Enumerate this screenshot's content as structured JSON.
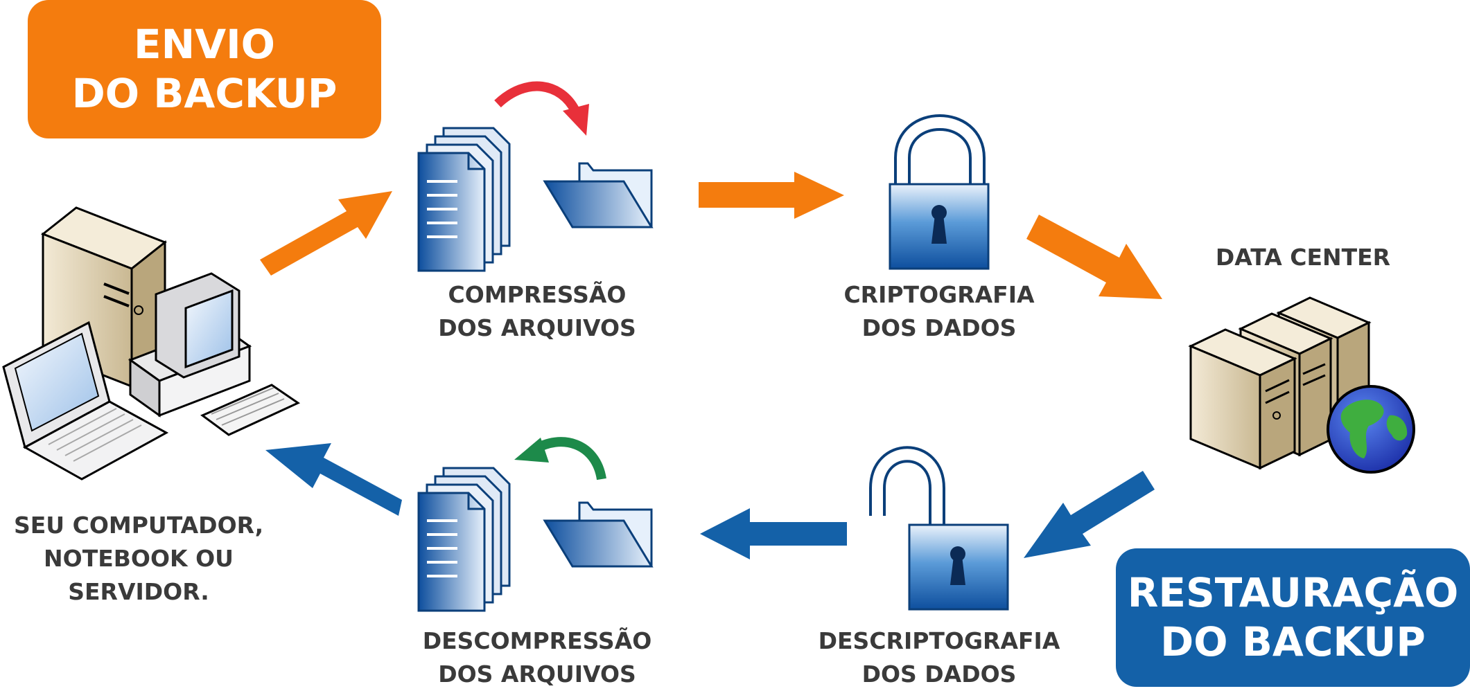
{
  "badges": {
    "send": {
      "line1": "ENVIO",
      "line2": "DO BACKUP",
      "color": "#f47c0e"
    },
    "restore": {
      "line1": "RESTAURAÇÃO",
      "line2": "DO BACKUP",
      "color": "#1461a8"
    }
  },
  "nodes": {
    "computer": {
      "line1": "SEU COMPUTADOR,",
      "line2": "NOTEBOOK OU",
      "line3": "SERVIDOR.",
      "icon": "computers-icon"
    },
    "compress": {
      "line1": "COMPRESSÃO",
      "line2": "DOS ARQUIVOS",
      "icon": "documents-to-folder-icon"
    },
    "encrypt": {
      "line1": "CRIPTOGRAFIA",
      "line2": "DOS DADOS",
      "icon": "closed-padlock-icon"
    },
    "datacenter": {
      "line1": "DATA CENTER",
      "icon": "server-globe-icon"
    },
    "decrypt": {
      "line1": "DESCRIPTOGRAFIA",
      "line2": "DOS DADOS",
      "icon": "open-padlock-icon"
    },
    "decompress": {
      "line1": "DESCOMPRESSÃO",
      "line2": "DOS ARQUIVOS",
      "icon": "folder-to-documents-icon"
    }
  },
  "colors": {
    "send_arrow": "#f47c0e",
    "restore_arrow": "#1461a8",
    "compress_curve": "#e8303a",
    "decompress_curve": "#1d8a4a",
    "label_text": "#3a3a3a"
  }
}
